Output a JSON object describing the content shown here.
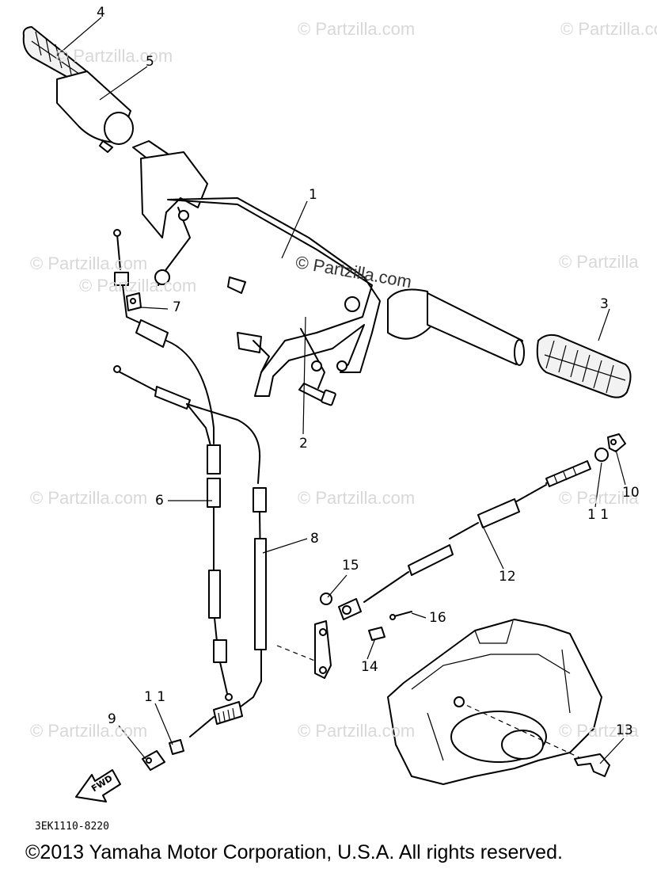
{
  "watermarks": [
    "© Partzilla.com",
    "© Partzilla.com",
    "© Partzilla.com",
    "© Partzilla.com",
    "© Partzilla.com",
    "© Partzilla",
    "© Partzilla.com",
    "© Partzilla.com",
    "© Partzilla",
    "© Partzilla.com",
    "© Partzilla.com",
    "© Partzilla"
  ],
  "callouts": {
    "p1": "1",
    "p2": "2",
    "p3": "3",
    "p4": "4",
    "p5": "5",
    "p6": "6",
    "p7": "7",
    "p8": "8",
    "p9": "9",
    "p10": "10",
    "p11a": "1 1",
    "p11b": "1 1",
    "p12": "12",
    "p13": "13",
    "p14": "14",
    "p15": "15",
    "p16": "16"
  },
  "fwd_arrow_label": "FWD",
  "diagram_code": "3EK1110-8220",
  "copyright": "©2013  Yamaha Motor Corporation, U.S.A. All rights reserved."
}
